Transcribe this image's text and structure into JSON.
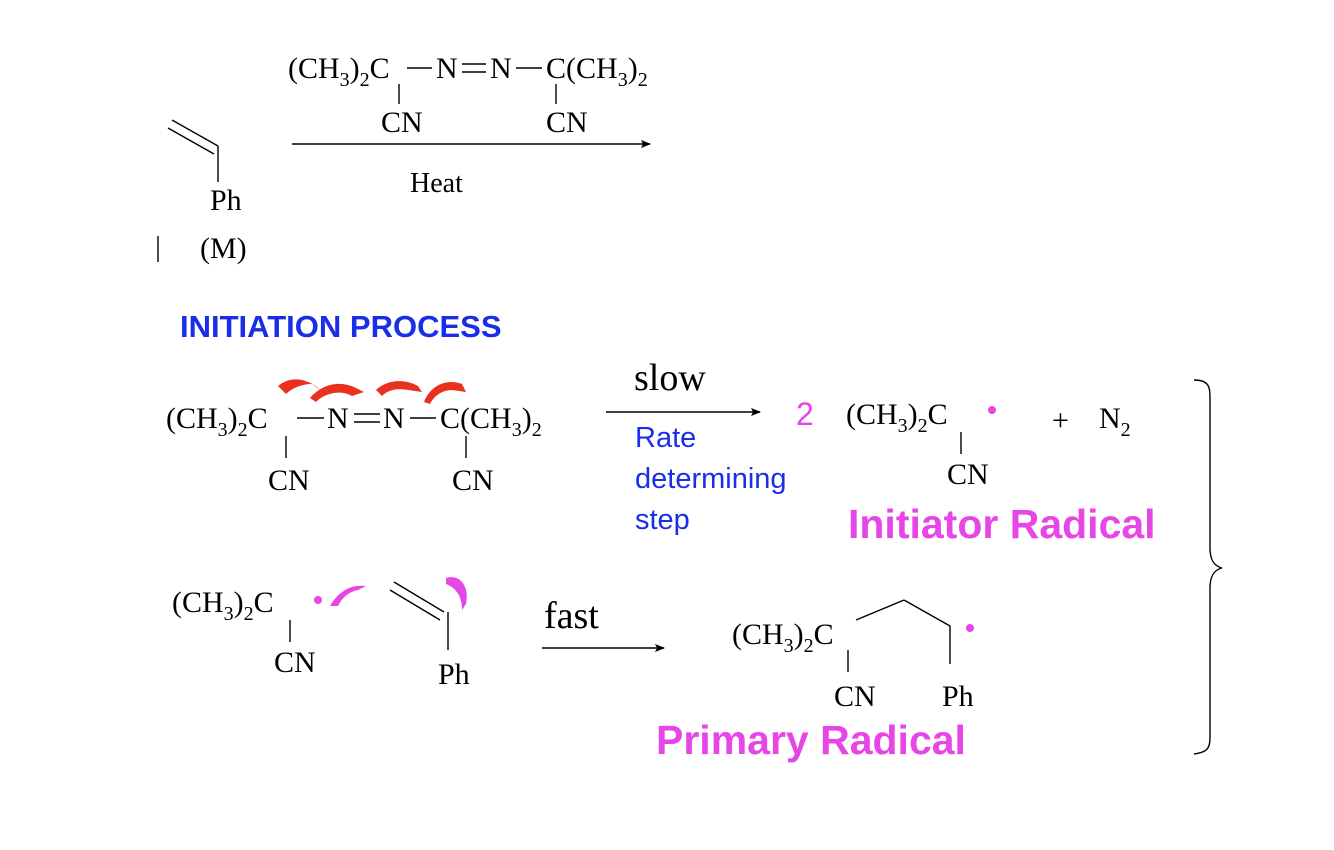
{
  "colors": {
    "black": "#000000",
    "blue": "#1a2ee8",
    "red": "#e8321e",
    "magenta": "#e646e6",
    "curved_arrow": "#e8321e"
  },
  "labels": {
    "ch3_2c": "(CH",
    "sub3": "3",
    "close2": ")",
    "sub2": "2",
    "c_letter": "C",
    "n_letter": "N",
    "c_paren": "C(CH",
    "cn": "CN",
    "ph": "Ph",
    "monomer": "(M)",
    "heat": "Heat",
    "section_title": "INITIATION  PROCESS",
    "slow": "slow",
    "rate_line1": "Rate",
    "rate_line2": "determining",
    "rate_line3": "step",
    "coef_two": "2",
    "plus": "+",
    "n2_n": "N",
    "initiator_radical": "Initiator Radical",
    "fast": "fast",
    "primary_radical": "Primary Radical"
  }
}
